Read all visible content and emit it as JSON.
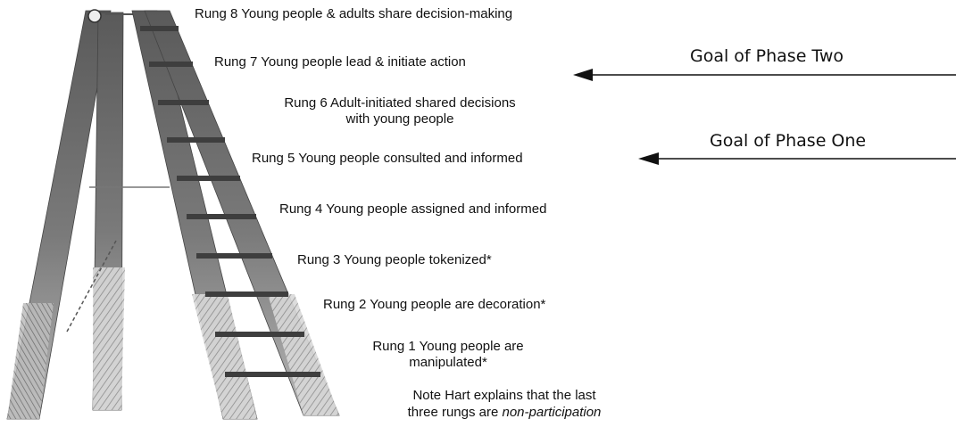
{
  "rungs": [
    {
      "label": "Rung 8  Young people & adults share decision-making"
    },
    {
      "label": "Rung 7 Young people lead & initiate action"
    },
    {
      "label_line1": "Rung 6  Adult-initiated  shared decisions",
      "label_line2": "with young people"
    },
    {
      "label": "Rung 5  Young people consulted and informed"
    },
    {
      "label": "Rung 4  Young people assigned and informed"
    },
    {
      "label": "Rung 3  Young people tokenized*"
    },
    {
      "label": "Rung 2  Young people are decoration*"
    },
    {
      "label_line1": "Rung 1  Young people are",
      "label_line2": "manipulated*"
    }
  ],
  "goals": {
    "phase_two": "Goal of Phase Two",
    "phase_one": "Goal of Phase One"
  },
  "note": {
    "line1": "Note  Hart explains that the last",
    "line2_prefix": "three rungs are ",
    "line2_emphasis": "non-participation"
  },
  "colors": {
    "text": "#111111",
    "ladder_dark": "#6e6e6e",
    "ladder_light": "#c9c9c9",
    "arrow": "#111111"
  }
}
